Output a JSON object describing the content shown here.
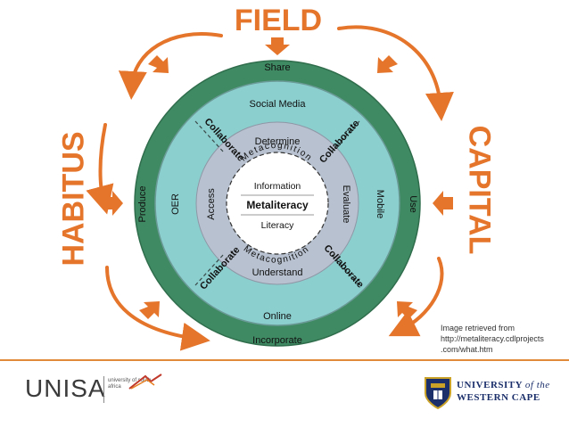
{
  "outer_labels": {
    "field": "FIELD",
    "habitus": "HABITUS",
    "capital": "CAPITAL"
  },
  "ring_outer": {
    "top": "Share",
    "left": "Produce",
    "right": "Use",
    "bottom": "Incorporate"
  },
  "ring_middle": {
    "top": "Social Media",
    "left": "OER",
    "right": "Mobile",
    "bottom": "Online"
  },
  "collaborate": "Collaborate",
  "ring_inner": {
    "top": "Determine",
    "left": "Access",
    "right": "Evaluate",
    "bottom": "Understand"
  },
  "metacognition": "Metacognition",
  "core": {
    "top": "Information",
    "center": "Metaliteracy",
    "bottom": "Literacy"
  },
  "credit": {
    "line1": "Image retrieved from",
    "line2": "http://metaliteracy.cdlprojects",
    "line3": ".com/what.htm"
  },
  "logos": {
    "unisa_word": "UNISA",
    "unisa_sub": "university of south africa",
    "uwc_line1": "UNIVERSITY",
    "uwc_of_the": "of the",
    "uwc_line2": "WESTERN CAPE"
  },
  "colors": {
    "accent_orange": "#e4752b",
    "outer_ring": "#3f8a63",
    "middle_ring": "#8ccfcf",
    "inner_ring": "#b7c1cf",
    "core": "#ffffff"
  }
}
